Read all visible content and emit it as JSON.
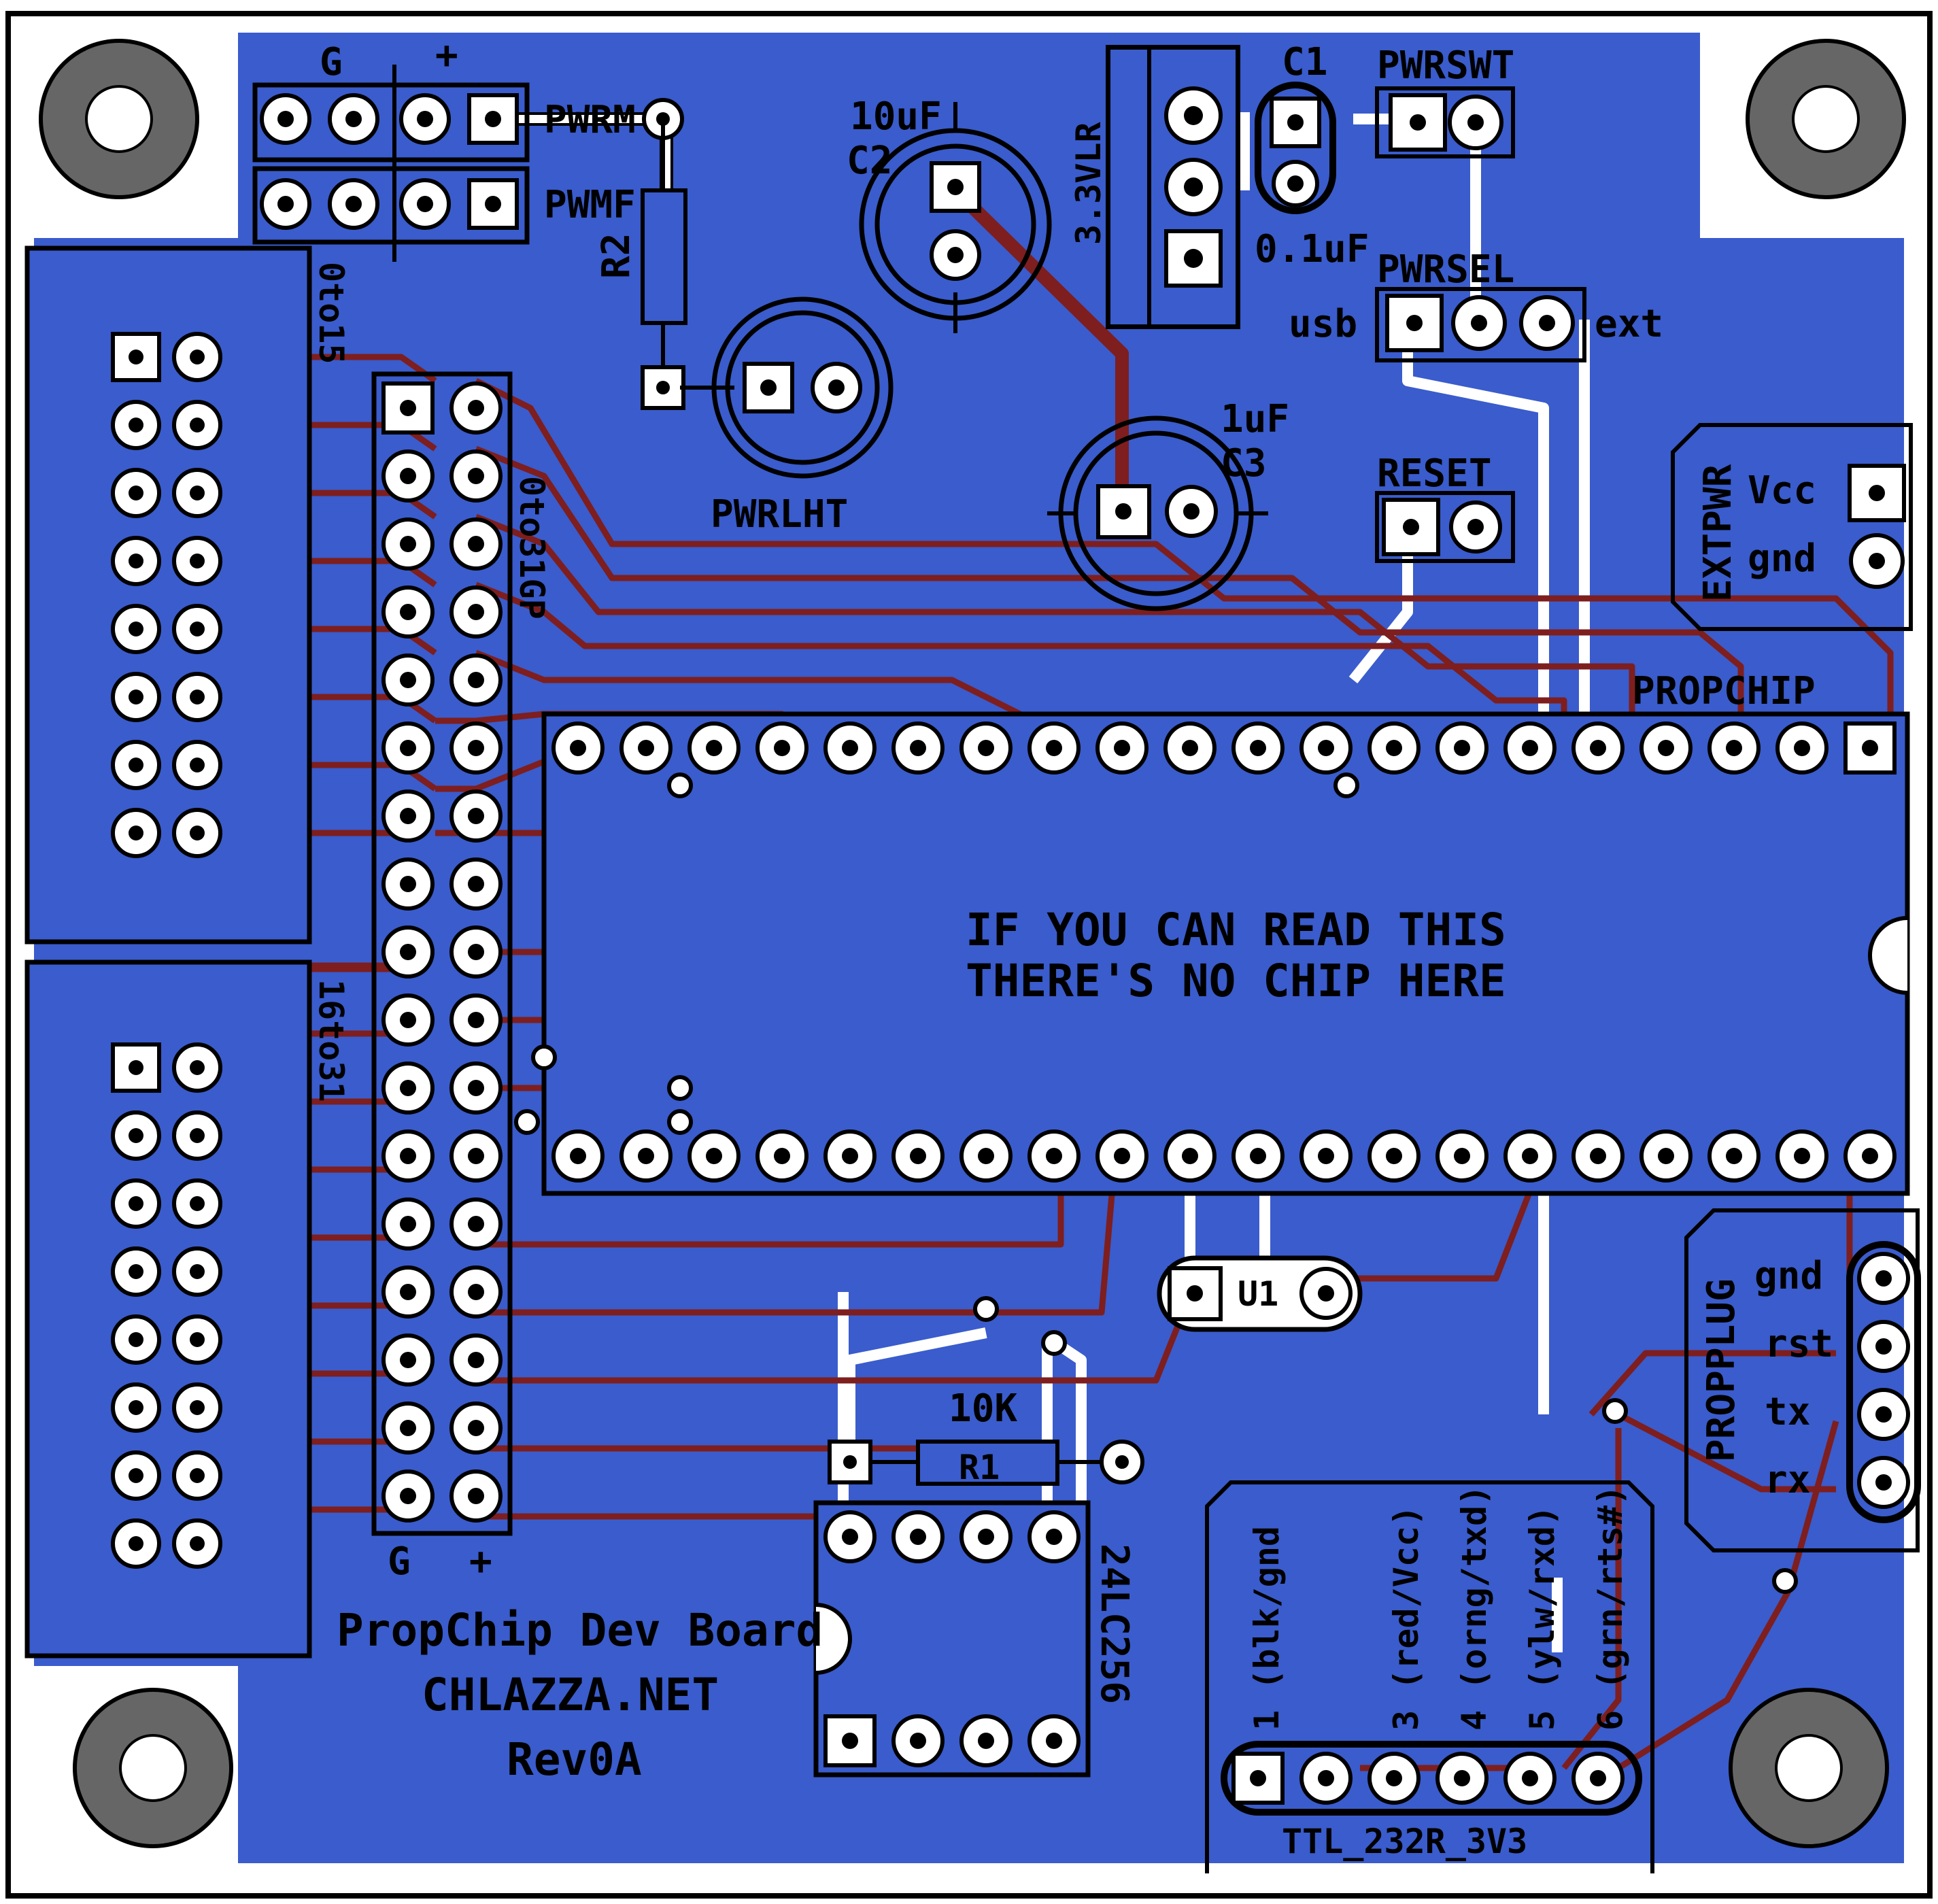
{
  "colors": {
    "copper": "#3a5ccc",
    "trace_bottom": "#7e1e1e",
    "silk": "#000000",
    "pad": "#ffffff",
    "background": "#ffffff"
  },
  "labels": {
    "pwr_header_g": "G",
    "pwr_header_plus": "+",
    "pwrm": "PWRM",
    "pwmf": "PWMF",
    "r2": "R2",
    "c2_value": "10uF",
    "c2_name": "C2",
    "vreg": "3.3VLR",
    "c1_name": "C1",
    "c1_value": "0.1uF",
    "pwrswt": "PWRSWT",
    "pwrsel": "PWRSEL",
    "usb": "usb",
    "ext": "ext",
    "c3_value": "1uF",
    "c3_name": "C3",
    "pwrlht": "PWRLHT",
    "reset": "RESET",
    "extpwr": "EXTPWR",
    "vcc": "Vcc",
    "gnd": "gnd",
    "conn_0to15": "0to15",
    "conn_16to31": "16to31",
    "conn_0to31gp": "0to31GP",
    "gp_g": "G",
    "gp_plus": "+",
    "propchip": "PROPCHIP",
    "chip_note_1": "IF YOU CAN READ THIS",
    "chip_note_2": "THERE'S NO CHIP HERE",
    "u1": "U1",
    "r1_value": "10K",
    "r1_name": "R1",
    "eeprom": "24LC256",
    "propplug": "PROPPLUG",
    "pp_gnd": "gnd",
    "pp_rst": "rst",
    "pp_tx": "tx",
    "pp_rx": "rx",
    "board_name": "PropChip Dev Board",
    "board_site": "CHLAZZA.NET",
    "board_rev": "Rev0A",
    "ttl_cable": "TTL_232R_3V3",
    "ttl_pin1": "1 (blk/gnd",
    "ttl_pin3": "3 (red/Vcc)",
    "ttl_pin4": "4 (orng/txd)",
    "ttl_pin5": "5 (ylw/rxd)",
    "ttl_pin6": "6 (grn/rts#)"
  }
}
